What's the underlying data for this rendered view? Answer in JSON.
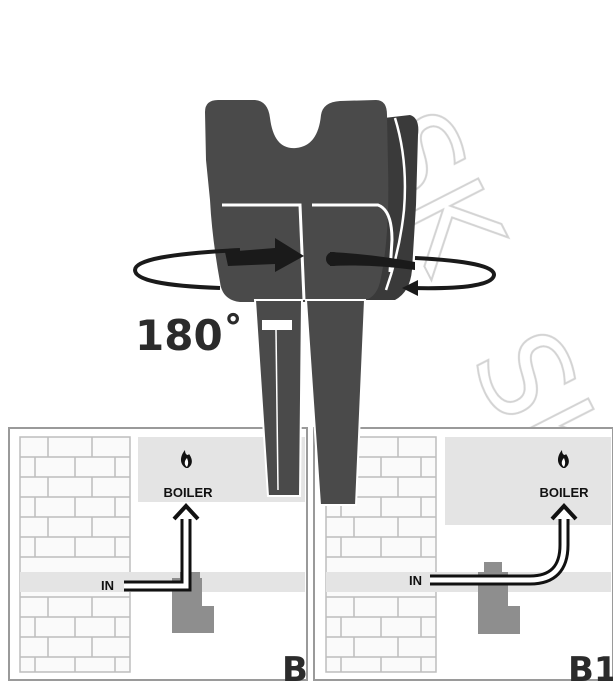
{
  "rotation_label": "180˚",
  "panels": [
    {
      "id": "B",
      "label": "B",
      "in_label": "IN",
      "boiler_label": "BOILER"
    },
    {
      "id": "B1",
      "label": "B1",
      "in_label": "IN",
      "boiler_label": "BOILER"
    }
  ],
  "watermark": "SK SK",
  "colors": {
    "device": "#4a4a4a",
    "device_dark": "#3a3a3a",
    "boiler_bg": "#e4e4e4",
    "pipe": "#111111",
    "fitting": "#8e8e8e",
    "wall_line": "#bdbdbd"
  }
}
